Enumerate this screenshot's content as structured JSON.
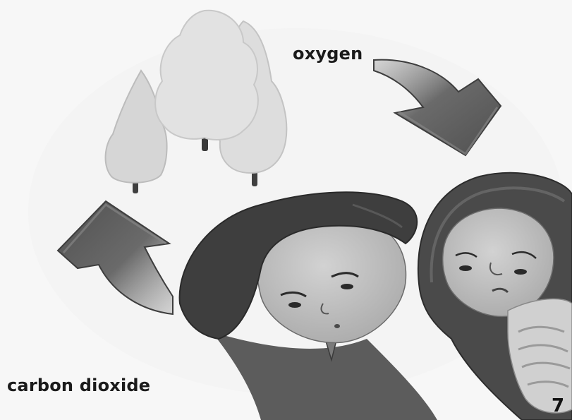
{
  "labels": {
    "oxygen": "oxygen",
    "carbon_dioxide": "carbon dioxide"
  },
  "page_number": "7",
  "icons": {
    "arrow_to_people": "curved-arrow-down-right-icon",
    "arrow_to_trees": "curved-arrow-up-left-icon"
  },
  "colors": {
    "background": "#f7f7f7",
    "tree_foliage": "#d9d9d9",
    "arrow_fill": "#5a5a5a",
    "hair": "#4a4a4a",
    "skin": "#bdbdbd"
  }
}
